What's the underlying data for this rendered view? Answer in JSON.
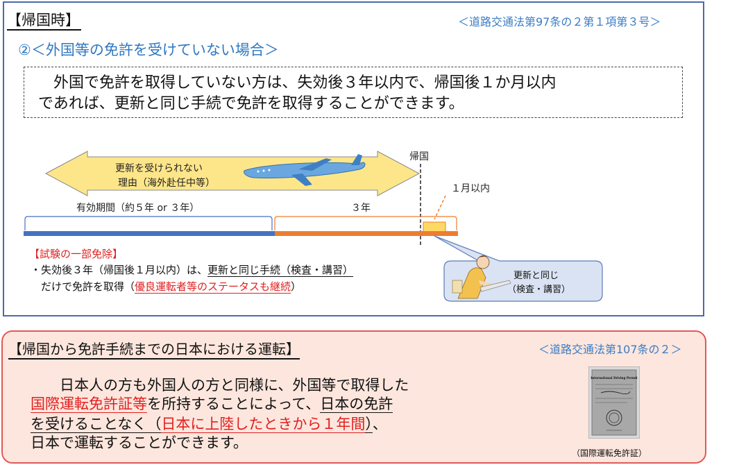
{
  "top": {
    "heading": "【帰国時】",
    "law_ref": "＜道路交通法第97条の２第１項第３号＞",
    "subheading": "②＜外国等の免許を受けていない場合＞",
    "intro_line1": "　外国で免許を取得していない方は、失効後３年以内で、帰国後１か月以内",
    "intro_line2": "であれば、更新と同じ手続で免許を取得することができます。"
  },
  "diagram": {
    "arrow_label_line1": "更新を受けられない",
    "arrow_label_line2": "理由（海外赴任中等）",
    "return_label": "帰国",
    "one_month_label": "１月以内",
    "validity_label": "有効期間（約５年 or ３年）",
    "three_year_label": "３年",
    "callout_line1": "更新と同じ",
    "callout_line2": "（検査・講習）"
  },
  "exemption": {
    "title": "【試験の一部免除】",
    "line1_prefix": "・失効後３年（帰国後１月以内）は、",
    "line1_underlined": "更新と同じ手続（検査・講習）",
    "line2_prefix": "　だけで免許を取得（",
    "line2_red": "優良運転者等のステータスも継続",
    "line2_suffix": "）"
  },
  "bottom": {
    "heading": "【帰国から免許手続までの日本における運転】",
    "law_ref": "＜道路交通法第107条の２＞",
    "line1": "　　日本人の方も外国人の方と同様に、外国等で取得した",
    "line2_red": "国際運転免許証等",
    "line2_mid": "を所持することによって、",
    "line2_ul": "日本の免許",
    "line3_ul_a": "を受けることなく（",
    "line3_red": "日本に上陸したときから１年間",
    "line3_ul_b": "）",
    "line3_suffix": "、",
    "line4": "日本で運転することができます。",
    "permit_caption": "（国際運転免許証）",
    "permit_title": "International Driving Permit"
  },
  "colors": {
    "blue_border": "#4a6aa8",
    "blue_bar": "#4472c4",
    "orange_bar": "#ed7d31",
    "arrow_fill": "#fde68a",
    "callout_fill": "#dae3f3",
    "red_text": "#e02020",
    "pink_bg": "#fde6dd"
  }
}
